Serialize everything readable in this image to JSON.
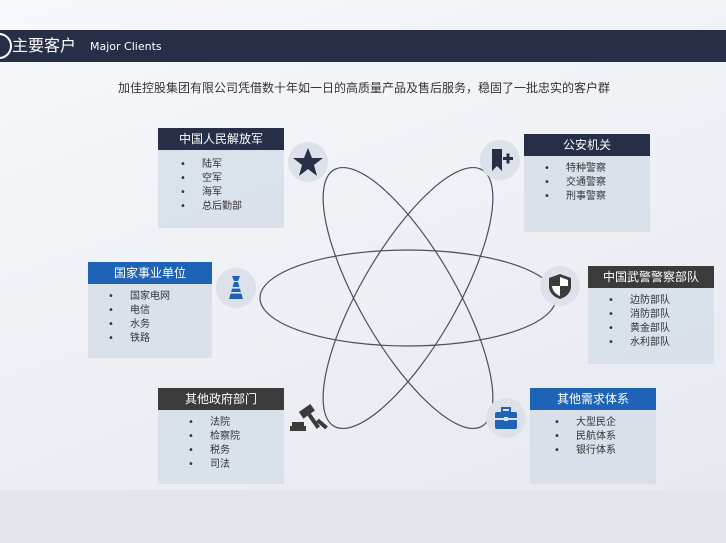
{
  "header": {
    "title": "主要客户",
    "subtitle": "Major Clients"
  },
  "intro": "加佳控股集团有限公司凭借数十年如一日的高质量产品及售后服务，稳固了一批忠实的客户群",
  "groups": [
    {
      "title": "中国人民解放军",
      "items": [
        "陆军",
        "空军",
        "海军",
        "总后勤部"
      ],
      "icon": "star-icon"
    },
    {
      "title": "公安机关",
      "items": [
        "特种警察",
        "交通警察",
        "刑事警察"
      ],
      "icon": "bookmark-plus-icon"
    },
    {
      "title": "国家事业单位",
      "items": [
        "国家电网",
        "电信",
        "水务",
        "铁路"
      ],
      "icon": "tie-icon"
    },
    {
      "title": "中国武警警察部队",
      "items": [
        "边防部队",
        "消防部队",
        "黄金部队",
        "水利部队"
      ],
      "icon": "shield-icon"
    },
    {
      "title": "其他政府部门",
      "items": [
        "法院",
        "检察院",
        "税务",
        "司法"
      ],
      "icon": "gavel-icon"
    },
    {
      "title": "其他需求体系",
      "items": [
        "大型民企",
        "民航体系",
        "银行体系"
      ],
      "icon": "briefcase-icon"
    }
  ],
  "colors": {
    "header_bg": "#262e48",
    "title_dark": "#262e48",
    "title_gray": "#3b3b3b",
    "title_blue": "#1f63b6",
    "card_bg": "#d6dee9",
    "orbit_stroke": "#4a4f63"
  }
}
